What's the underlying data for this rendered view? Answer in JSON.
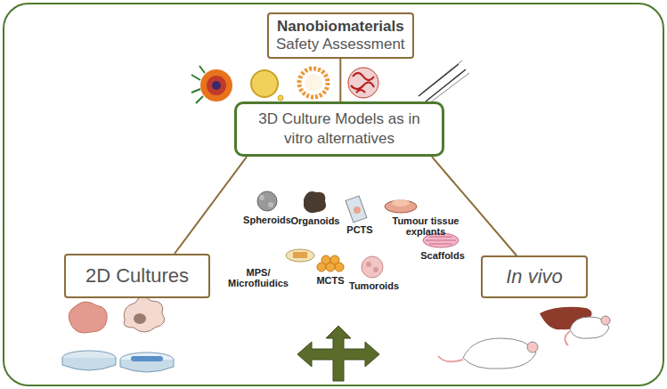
{
  "diagram": {
    "nodes": [
      {
        "text": [
          "Nanobiomaterials",
          "Safety Assessment"
        ]
      },
      {
        "text": [
          "3D Culture Models as in vitro alternatives"
        ]
      },
      {
        "text": [
          "2D Cultures"
        ]
      },
      {
        "text": [
          "In vivo"
        ]
      }
    ],
    "edges": [
      {
        "from": 0,
        "to": 1,
        "arrow": "none"
      },
      {
        "from": 1,
        "to": 2,
        "arrow": "none"
      },
      {
        "from": 1,
        "to": 3,
        "arrow": "none"
      }
    ],
    "labels": [
      "Spheroids",
      "Organoids",
      "PCTS",
      "Tumour tissue explants",
      "Scaffolds",
      "MPS/ Microfluidics",
      "MCTS",
      "Tumoroids"
    ]
  }
}
